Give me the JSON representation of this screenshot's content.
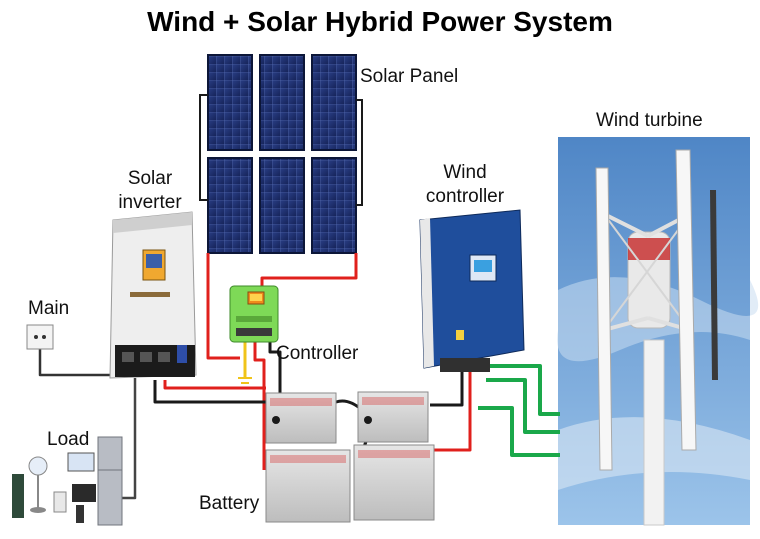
{
  "title": "Wind + Solar Hybrid Power System",
  "labels": {
    "solar_panel": "Solar Panel",
    "wind_turbine": "Wind turbine",
    "solar_inverter_line1": "Solar",
    "solar_inverter_line2": "inverter",
    "wind_controller_line1": "Wind",
    "wind_controller_line2": "controller",
    "main": "Main",
    "controller": "Controller",
    "load": "Load",
    "battery": "Battery"
  },
  "colors": {
    "wire_red": "#e0201c",
    "wire_black": "#1a1a1a",
    "wire_green": "#1aa84a",
    "wire_yellow": "#f0c419",
    "panel_blue": "#1e3270",
    "controller_green": "#7ed957",
    "wind_controller_blue": "#1f4e9c",
    "sky_blue": "#6fa3d8"
  }
}
